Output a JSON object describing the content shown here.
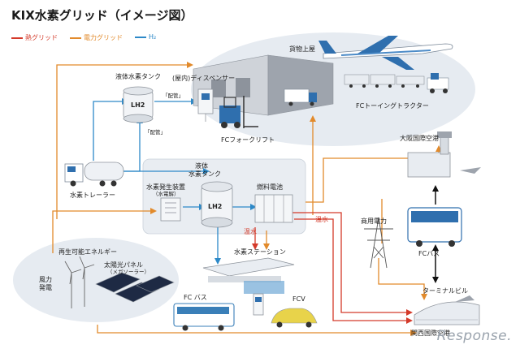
{
  "title": "KIX水素グリッド（イメージ図）",
  "legend": [
    {
      "label": "熱グリッド",
      "color": "#d43a2a"
    },
    {
      "label": "電力グリッド",
      "color": "#e28a2b"
    },
    {
      "label": "H₂",
      "color": "#2d89c8"
    }
  ],
  "labels": {
    "cargo": "貨物上屋",
    "lh2_tank": "液体水素タンク",
    "indoor_dispenser": "(屋内)ディスペンサー",
    "fc_towing": "FCトーイングトラクター",
    "fc_forklift": "FCフォークリフト",
    "delivery_1": "「配管」",
    "delivery_2": "「配管」",
    "lh2_tank_center_1": "液体",
    "lh2_tank_center_2": "水素タンク",
    "h2_trailer": "水素トレーラー",
    "electrolyzer_1": "水素発生装置",
    "electrolyzer_2": "（水電解）",
    "fuel_cell": "燃料電池",
    "hot_water_1": "温水",
    "hot_water_2": "温水",
    "commercial_power": "商用電力",
    "osaka_airport": "大阪国際空港",
    "fc_bus": "FCバス",
    "renewable": "再生可能エネルギー",
    "solar_1": "太陽光パネル",
    "solar_2": "（メガソーラー）",
    "wind_1": "風力",
    "wind_2": "発電",
    "h2_station": "水素ステーション",
    "fc_bus_station": "FC バス",
    "fcv": "FCV",
    "terminal": "ターミナルビル",
    "kansai_airport": "関西国際空港",
    "lh2_tag": "LH2",
    "lh2_tag_center": "LH2"
  },
  "watermark": "Response."
}
